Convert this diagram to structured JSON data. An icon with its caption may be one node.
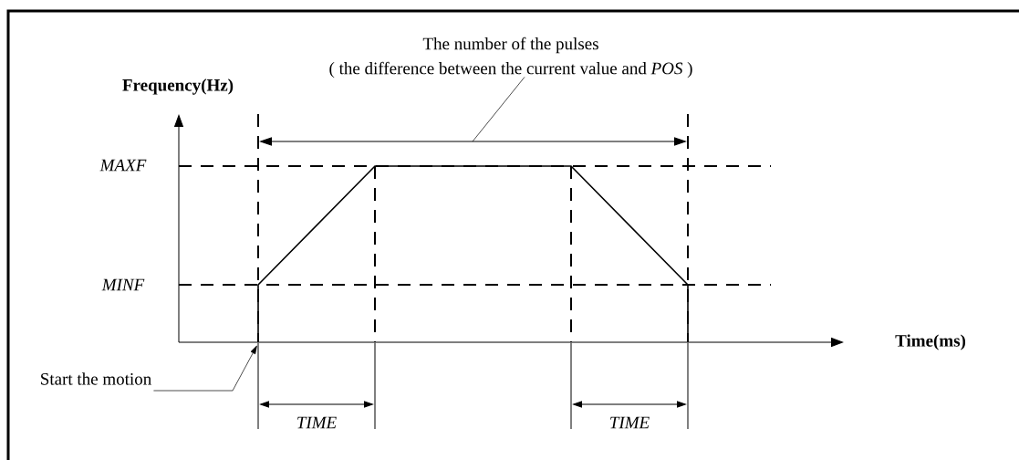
{
  "diagram": {
    "nodes": [
      {
        "text": [
          "The number of the pulses",
          "( the difference between the current value and *POS* )"
        ]
      },
      {
        "text": [
          "Start the motion"
        ]
      }
    ],
    "edges": [
      {
        "from": 0,
        "to": null,
        "arrow": "none"
      },
      {
        "from": 1,
        "to": null,
        "arrow": "to"
      }
    ],
    "labels": [
      "Frequency(Hz)",
      "MAXF",
      "MINF",
      "Time(ms)",
      "TIME",
      "TIME"
    ]
  }
}
